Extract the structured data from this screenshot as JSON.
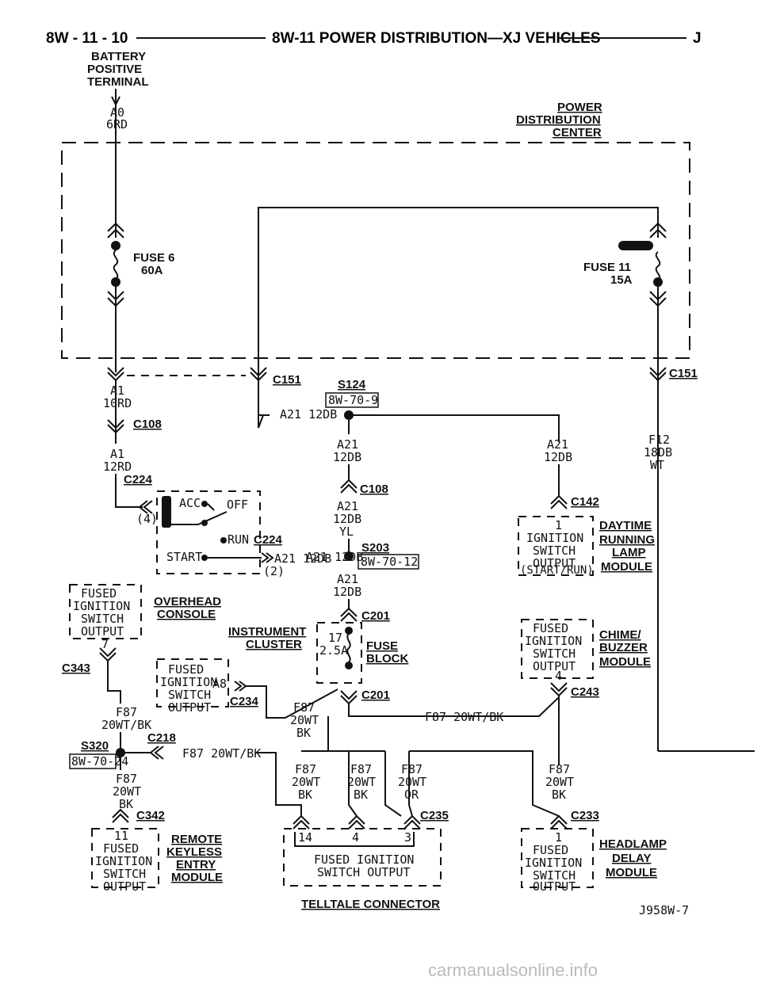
{
  "header": {
    "page_number": "8W - 11 - 10",
    "title": "8W-11 POWER DISTRIBUTION—XJ VEHICLES",
    "letter": "J"
  },
  "battery": {
    "l1": "BATTERY",
    "l2": "POSITIVE",
    "l3": "TERMINAL",
    "wire1": "A0",
    "wire2": "6RD"
  },
  "pdc": {
    "l1": "POWER",
    "l2": "DISTRIBUTION",
    "l3": "CENTER"
  },
  "fuse6": {
    "l1": "FUSE 6",
    "l2": "60A"
  },
  "fuse11": {
    "l1": "FUSE 11",
    "l2": "15A"
  },
  "conn": {
    "c151a": "C151",
    "c151b": "C151",
    "s124": "S124",
    "ref1": "8W-70-9",
    "a21_12db_1": "A21 12DB",
    "c108a": "C108",
    "a1_10rd_1": "A1",
    "a1_10rd_2": "10RD",
    "a1_12rd_1": "A1",
    "a1_12rd_2": "12RD",
    "c224a": "C224",
    "four": "(4)",
    "a21_1": "A21",
    "a21_2": "12DB",
    "a21r_1": "A21",
    "a21r_2": "12DB",
    "f12_1": "F12",
    "f12_2": "18DB",
    "f12_3": "WT",
    "c108b": "C108",
    "a21yl_1": "A21",
    "a21yl_2": "12DB",
    "a21yl_3": "YL",
    "c142": "C142",
    "s203": "S203",
    "ref2": "8W-70-12",
    "a21_12db_2": "A21 12DB",
    "a21b_1": "A21",
    "a21b_2": "12DB",
    "c201a": "C201",
    "c201b": "C201",
    "c243": "C243",
    "c343": "C343",
    "a8": "A8",
    "c234": "C234",
    "f87a_1": "F87",
    "f87a_2": "20WT",
    "f87a_3": "BK",
    "f87_left_1": "F87",
    "f87_left_2": "20WT/BK",
    "f87_wtbk": "F87 20WT/BK",
    "s320": "S320",
    "c218": "C218",
    "ref3": "8W-70-24",
    "f87_wtbk2": "F87 20WT/BK",
    "f87b_1": "F87",
    "f87b_2": "20WT",
    "f87b_3": "BK",
    "f87c_1": "F87",
    "f87c_2": "20WT",
    "f87c_3": "BK",
    "f87d_1": "F87",
    "f87d_2": "20WT",
    "f87d_3": "BK",
    "f87e_1": "F87",
    "f87e_2": "20WT",
    "f87e_3": "OR",
    "f87f_1": "F87",
    "f87f_2": "20WT",
    "f87f_3": "BK",
    "c342": "C342",
    "c235": "C235",
    "c233": "C233",
    "two": "(2)"
  },
  "ign_switch": {
    "acc": "ACC",
    "off": "OFF",
    "run": "RUN",
    "start": "START",
    "c224": "C224",
    "a21": "A21 12DB"
  },
  "overhead": {
    "b1": "FUSED",
    "b2": "IGNITION",
    "b3": "SWITCH",
    "b4": "OUTPUT",
    "pin": "7",
    "m1": "OVERHEAD",
    "m2": "CONSOLE"
  },
  "cluster": {
    "m1": "INSTRUMENT",
    "m2": "CLUSTER",
    "b1": "FUSED",
    "b2": "IGNITION",
    "b3": "SWITCH",
    "b4": "OUTPUT"
  },
  "fuse17": {
    "num": "17",
    "amp": "2.5A",
    "m1": "FUSE",
    "m2": "BLOCK"
  },
  "drl": {
    "pin": "1",
    "b1": "IGNITION",
    "b2": "SWITCH",
    "b3": "OUTPUT",
    "b4": "(START/RUN)",
    "m1": "DAYTIME",
    "m2": "RUNNING",
    "m3": "LAMP",
    "m4": "MODULE"
  },
  "chime": {
    "b1": "FUSED",
    "b2": "IGNITION",
    "b3": "SWITCH",
    "b4": "OUTPUT",
    "pin": "4",
    "m1": "CHIME/",
    "m2": "BUZZER",
    "m3": "MODULE"
  },
  "rke": {
    "pin": "11",
    "b1": "FUSED",
    "b2": "IGNITION",
    "b3": "SWITCH",
    "b4": "OUTPUT",
    "m1": "REMOTE",
    "m2": "KEYLESS",
    "m3": "ENTRY",
    "m4": "MODULE"
  },
  "telltale": {
    "p1": "14",
    "p2": "4",
    "p3": "3",
    "l1": "FUSED IGNITION",
    "l2": "SWITCH OUTPUT",
    "title": "TELLTALE CONNECTOR"
  },
  "headlamp": {
    "pin": "1",
    "b1": "FUSED",
    "b2": "IGNITION",
    "b3": "SWITCH",
    "b4": "OUTPUT",
    "m1": "HEADLAMP",
    "m2": "DELAY",
    "m3": "MODULE"
  },
  "figure_id": "J958W-7",
  "watermark": "carmanualsonline.info"
}
